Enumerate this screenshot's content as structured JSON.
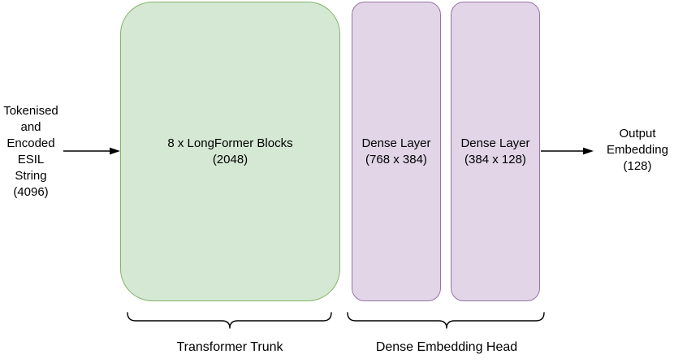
{
  "diagram": {
    "input_label": "Tokenised\nand\nEncoded\nESIL\nString\n(4096)",
    "output_label": "Output\nEmbedding\n(128)",
    "blocks": [
      {
        "id": "transformer-trunk",
        "label": "8 x LongFormer Blocks\n(2048)",
        "fill": "#d5e8d4",
        "stroke": "#82b366"
      },
      {
        "id": "dense-layer-1",
        "label": "Dense Layer\n(768 x 384)",
        "fill": "#e1d5e7",
        "stroke": "#9673a6"
      },
      {
        "id": "dense-layer-2",
        "label": "Dense Layer\n(384 x 128)",
        "fill": "#e1d5e7",
        "stroke": "#9673a6"
      }
    ],
    "groups": [
      {
        "id": "transformer-trunk-group",
        "label": "Transformer Trunk"
      },
      {
        "id": "dense-embedding-head-group",
        "label": "Dense Embedding Head"
      }
    ],
    "colors": {
      "line": "#000000",
      "background": "#ffffff",
      "green_fill": "#d5e8d4",
      "green_stroke": "#82b366",
      "purple_fill": "#e1d5e7",
      "purple_stroke": "#9673a6"
    }
  }
}
